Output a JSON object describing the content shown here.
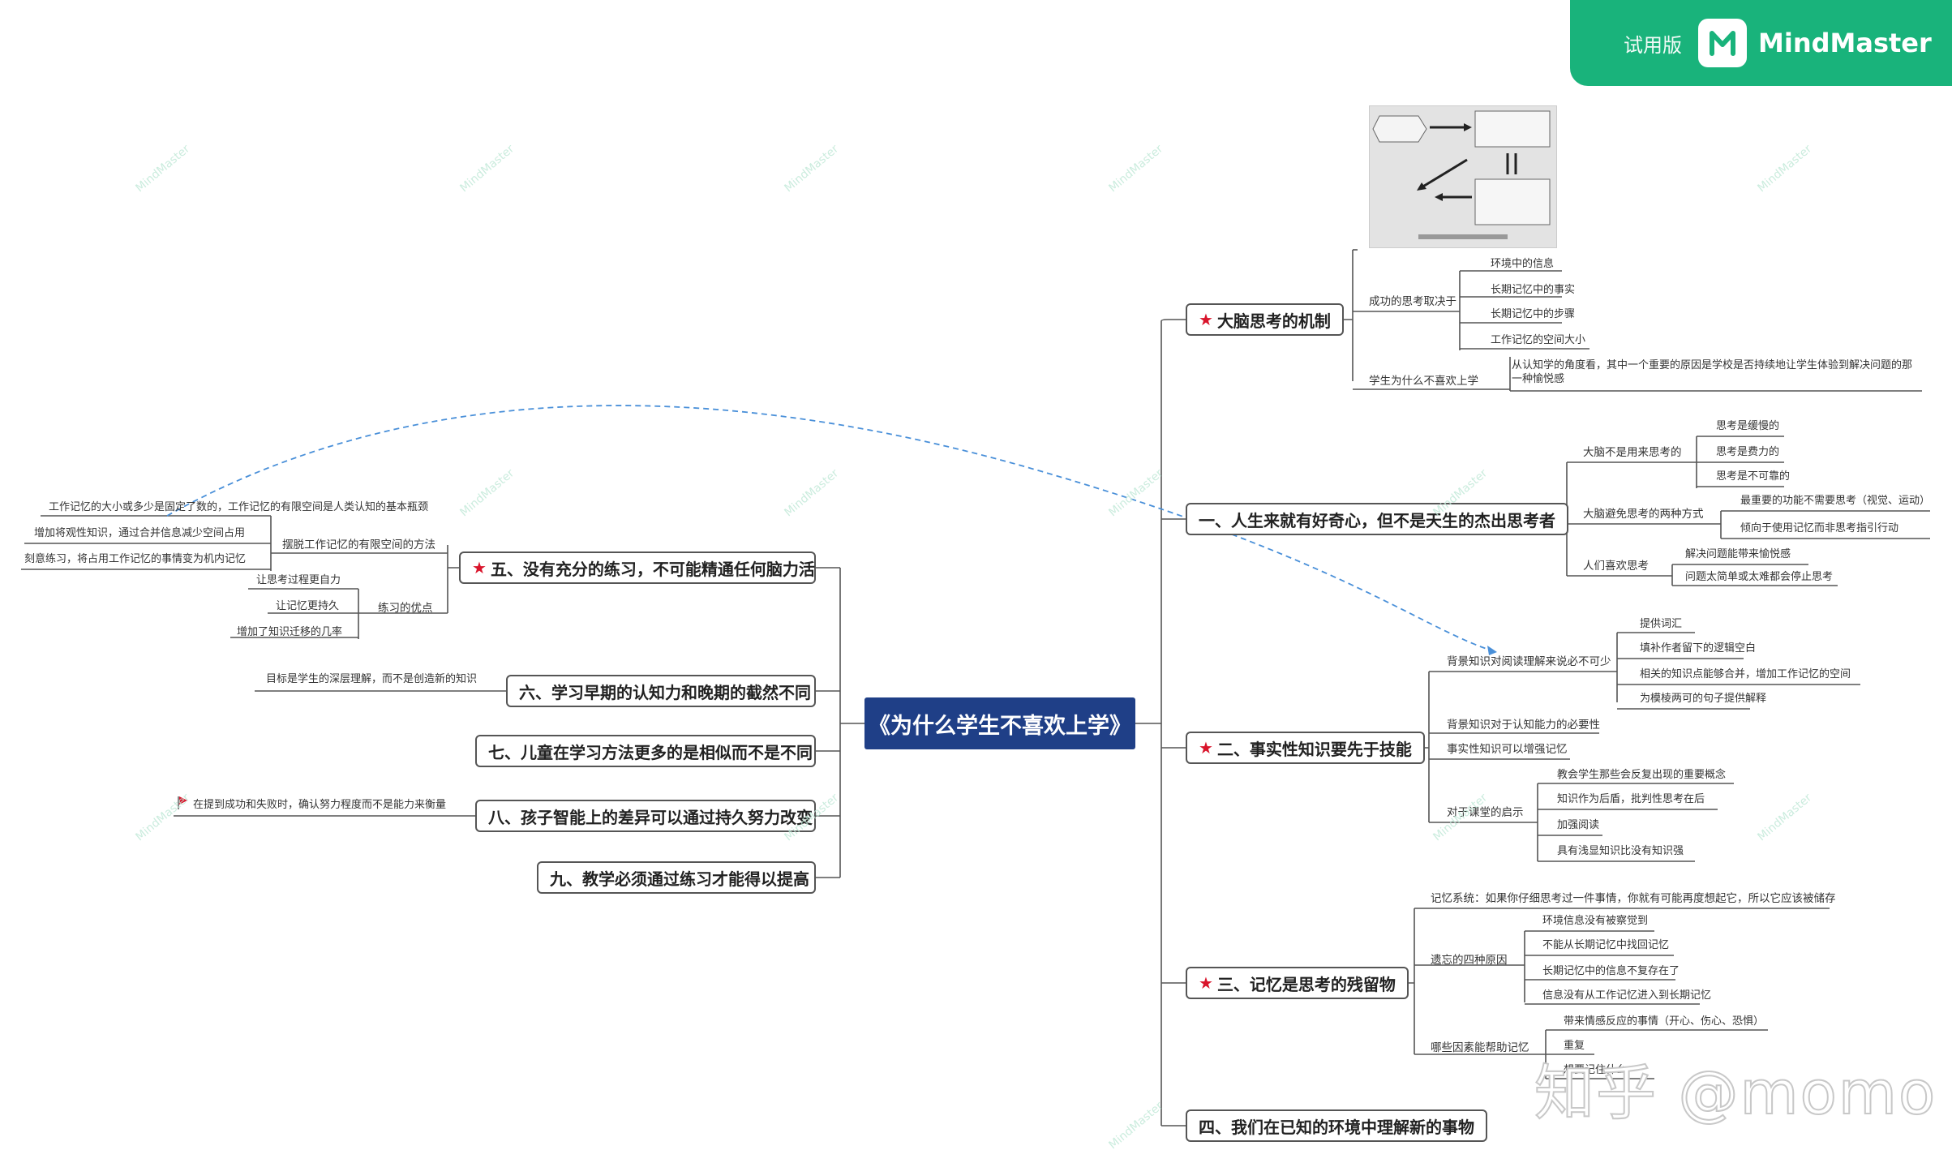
{
  "brand": {
    "trial_label": "试用版",
    "name": "MindMaster",
    "color": "#19b37b",
    "logo_icon": "mindmaster-logo-icon"
  },
  "watermark": {
    "text": "知乎 @momo",
    "tile_text": "MindMaster"
  },
  "colors": {
    "root_bg": "#1f3f87",
    "star": "#d9142b",
    "dashed_link": "#4a90d9",
    "line": "#555555"
  },
  "root": {
    "label": "《为什么学生不喜欢上学》"
  },
  "right": {
    "b1": {
      "label": "大脑思考的机制",
      "sub1": {
        "label": "成功的思考取决于",
        "leaves": [
          "环境中的信息",
          "长期记忆中的事实",
          "长期记忆中的步骤",
          "工作记忆的空间大小"
        ]
      },
      "sub2": {
        "label": "学生为什么不喜欢上学",
        "leaf": "从认知学的角度看，其中一个重要的原因是学校是否持续地让学生体验到解决问题的那一种愉悦感"
      }
    },
    "b2": {
      "label": "一、人生来就有好奇心，但不是天生的杰出思考者",
      "sub1": {
        "label": "大脑不是用来思考的",
        "leaves": [
          "思考是缓慢的",
          "思考是费力的",
          "思考是不可靠的"
        ]
      },
      "sub2": {
        "label": "大脑避免思考的两种方式",
        "leaves": [
          "最重要的功能不需要思考（视觉、运动）",
          "倾向于使用记忆而非思考指引行动"
        ]
      },
      "sub3": {
        "label": "人们喜欢思考",
        "leaves": [
          "解决问题能带来愉悦感",
          "问题太简单或太难都会停止思考"
        ]
      }
    },
    "b3": {
      "label": "二、事实性知识要先于技能",
      "sub1": {
        "label": "背景知识对阅读理解来说必不可少",
        "leaves": [
          "提供词汇",
          "填补作者留下的逻辑空白",
          "相关的知识点能够合并，增加工作记忆的空间",
          "为模棱两可的句子提供解释"
        ]
      },
      "sub2": {
        "label": "背景知识对于认知能力的必要性"
      },
      "sub3": {
        "label": "事实性知识可以增强记忆"
      },
      "sub4": {
        "label": "对于课堂的启示",
        "leaves": [
          "教会学生那些会反复出现的重要概念",
          "知识作为后盾，批判性思考在后",
          "加强阅读",
          "具有浅显知识比没有知识强"
        ]
      }
    },
    "b4": {
      "label": "三、记忆是思考的残留物",
      "sub0": {
        "label": "记忆系统：如果你仔细思考过一件事情，你就有可能再度想起它，所以它应该被储存"
      },
      "sub1": {
        "label": "遗忘的四种原因",
        "leaves": [
          "环境信息没有被察觉到",
          "不能从长期记忆中找回记忆",
          "长期记忆中的信息不复存在了",
          "信息没有从工作记忆进入到长期记忆"
        ]
      },
      "sub2": {
        "label": "哪些因素能帮助记忆",
        "leaves": [
          "带来情感反应的事情（开心、伤心、恐惧）",
          "重复",
          "想要记住什么"
        ]
      }
    },
    "b5": {
      "label": "四、我们在已知的环境中理解新的事物"
    }
  },
  "left": {
    "b6": {
      "label": "五、没有充分的练习，不可能精通任何脑力活",
      "sub1": {
        "label": "摆脱工作记忆的有限空间的方法",
        "leaves": [
          "工作记忆的大小或多少是固定了数的，工作记忆的有限空间是人类认知的基本瓶颈",
          "增加将观性知识，通过合并信息减少空间占用",
          "刻意练习，将占用工作记忆的事情变为机内记忆"
        ]
      },
      "sub2": {
        "label": "练习的优点",
        "leaves": [
          "让思考过程更自力",
          "让记忆更持久",
          "增加了知识迁移的几率"
        ]
      }
    },
    "b7": {
      "label": "六、学习早期的认知力和晚期的截然不同",
      "leaf": "目标是学生的深层理解，而不是创造新的知识"
    },
    "b8": {
      "label": "七、儿童在学习方法更多的是相似而不是不同"
    },
    "b9": {
      "label": "八、孩子智能上的差异可以通过持久努力改变",
      "leaf": "在提到成功和失败时，确认努力程度而不是能力来衡量"
    },
    "b10": {
      "label": "九、教学必须通过练习才能得以提高"
    }
  }
}
